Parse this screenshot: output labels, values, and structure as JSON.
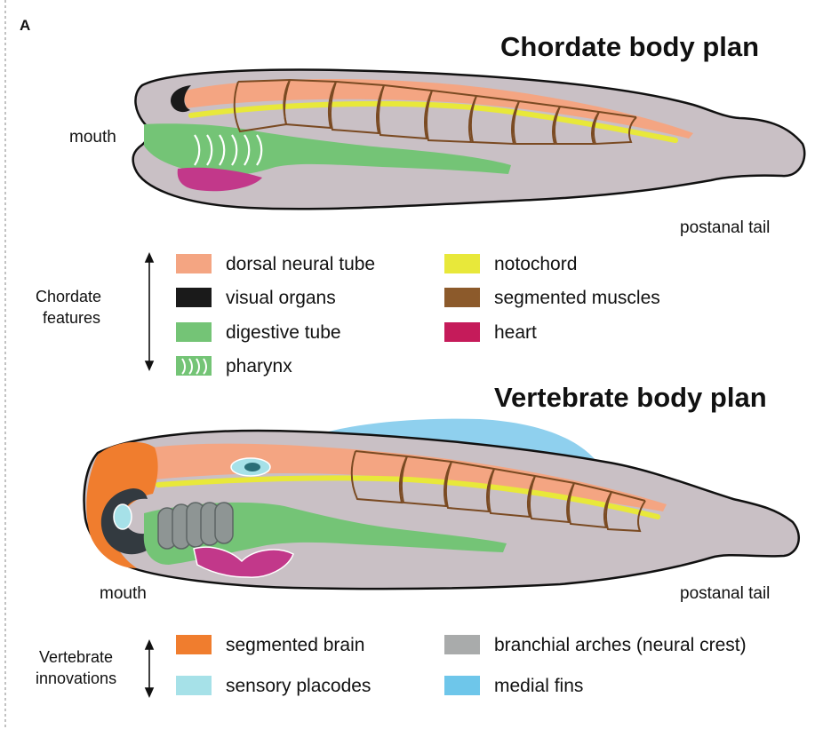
{
  "panel_label": "A",
  "chordate": {
    "title": "Chordate body plan",
    "mouth_label": "mouth",
    "tail_label": "postanal tail",
    "side_label_line1": "Chordate",
    "side_label_line2": "features",
    "legend": [
      {
        "label": "dorsal neural tube",
        "color": "#f4a582",
        "swatch": "solid"
      },
      {
        "label": "visual organs",
        "color": "#1a1a1a",
        "swatch": "solid"
      },
      {
        "label": "digestive tube",
        "color": "#74c476",
        "swatch": "solid"
      },
      {
        "label": "pharynx",
        "color": "#74c476",
        "swatch": "slits"
      },
      {
        "label": "notochord",
        "color": "#e8e83a",
        "swatch": "solid"
      },
      {
        "label": "segmented muscles",
        "color": "#8c5a2b",
        "swatch": "solid"
      },
      {
        "label": "heart",
        "color": "#c51b5a",
        "swatch": "solid"
      }
    ]
  },
  "vertebrate": {
    "title": "Vertebrate body plan",
    "mouth_label": "mouth",
    "tail_label": "postanal tail",
    "side_label_line1": "Vertebrate",
    "side_label_line2": "innovations",
    "legend": [
      {
        "label": "segmented brain",
        "color": "#f07d2e",
        "swatch": "solid"
      },
      {
        "label": "sensory placodes",
        "color": "#a6e1e8",
        "swatch": "solid"
      },
      {
        "label": "branchial arches (neural crest)",
        "color": "#a9abab",
        "swatch": "solid"
      },
      {
        "label": "medial fins",
        "color": "#6ec6ea",
        "swatch": "solid"
      }
    ]
  },
  "colors": {
    "body": "#c9c0c5",
    "outline": "#111111",
    "neural_tube": "#f4a582",
    "notochord": "#e8e83a",
    "muscle_line": "#7a4a22",
    "digestive": "#74c476",
    "heart": "#c2388a",
    "eye_dark": "#333a40",
    "brain": "#f07d2e",
    "placode": "#a6e1e8",
    "arches": "#8e9594",
    "fins": "#8fd0ee"
  }
}
